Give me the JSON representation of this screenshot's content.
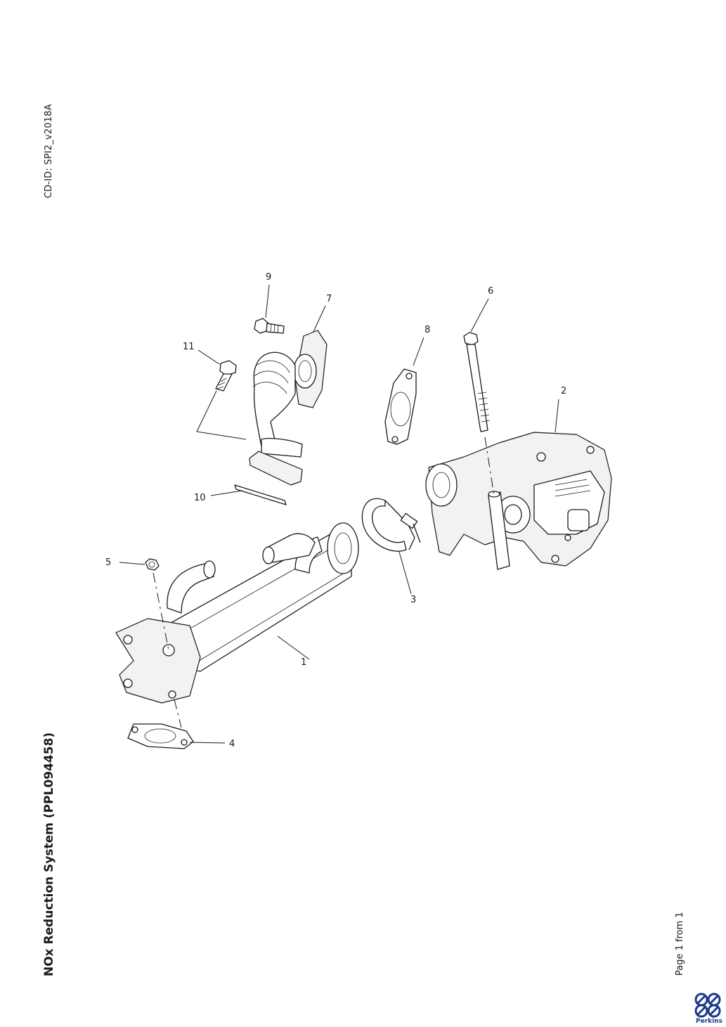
{
  "header": {
    "cd_id": "CD-ID: SPI2_v2018A"
  },
  "document": {
    "title": "NOx Reduction System (PPL094458)"
  },
  "footer": {
    "page": "Page 1 from 1",
    "brand": "Perkins",
    "brand_color": "#1a3a8a"
  },
  "callouts": [
    "1",
    "2",
    "3",
    "4",
    "5",
    "6",
    "7",
    "8",
    "9",
    "10",
    "11"
  ]
}
